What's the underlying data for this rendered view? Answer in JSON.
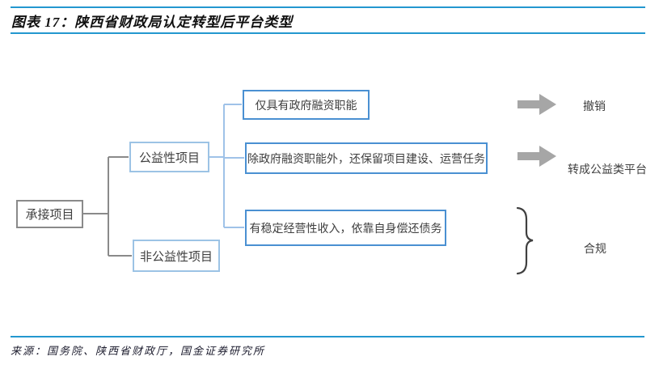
{
  "title": "图表 17：陕西省财政局认定转型后平台类型",
  "colors": {
    "rule_blue": "#2397cf",
    "box_border_blue": "#4a90d2",
    "box_border_light_blue": "#9cc3e5",
    "box_border_gray": "#8a8a8a",
    "connector_blue": "#9fc2e8",
    "connector_gray": "#8a8a8a",
    "arrow_gray": "#a6a6a6",
    "brace_gray": "#404040"
  },
  "diagram": {
    "root": {
      "label": "承接项目"
    },
    "branches": [
      {
        "label": "公益性项目"
      },
      {
        "label": "非公益性项目"
      }
    ],
    "conditions": [
      {
        "label": "仅具有政府融资职能"
      },
      {
        "label": "除政府融资职能外，还保留项目建设、运营任务"
      },
      {
        "label": "有稳定经营性收入，依靠自身偿还债务"
      }
    ],
    "outcomes": [
      {
        "label": "撤销"
      },
      {
        "label": "转成公益类平台"
      },
      {
        "label": "合规"
      }
    ]
  },
  "footer": {
    "source": "来源：国务院、陕西省财政厅，国金证券研究所"
  }
}
